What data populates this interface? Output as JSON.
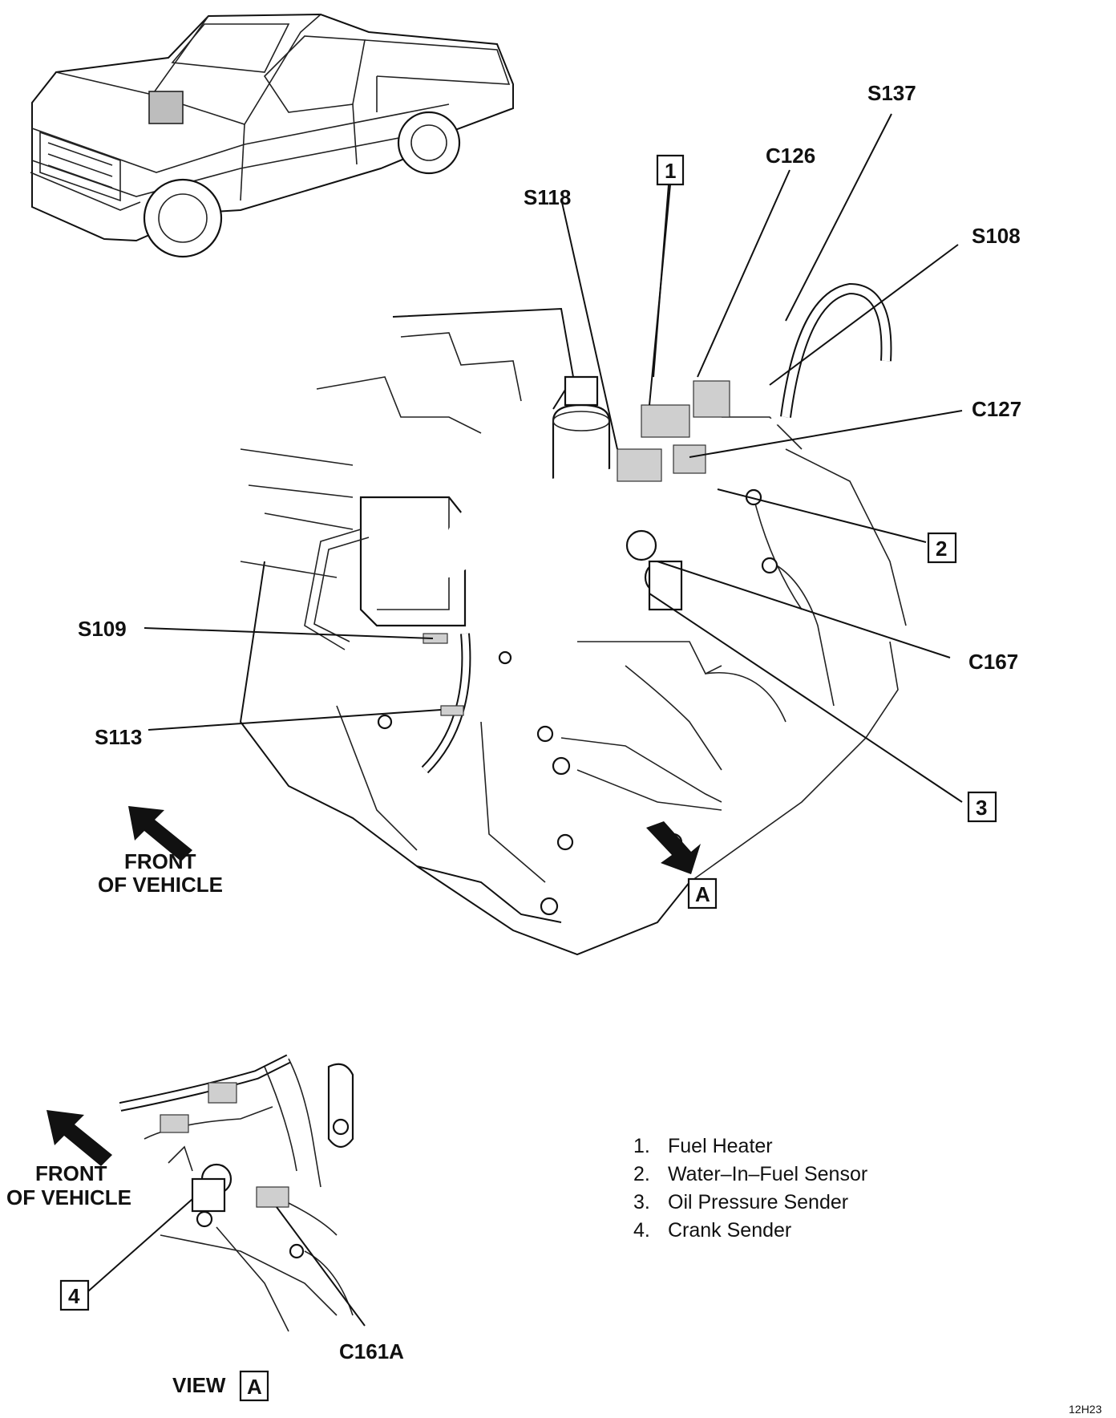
{
  "callouts": {
    "s137": "S137",
    "c126": "C126",
    "s118": "S118",
    "s108": "S108",
    "c127": "C127",
    "s109": "S109",
    "c167": "C167",
    "s113": "S113",
    "c161a": "C161A"
  },
  "boxes": {
    "box1": "1",
    "box2": "2",
    "box3": "3",
    "box4": "4",
    "boxA_main": "A",
    "boxA_view": "A"
  },
  "front_main": {
    "line1": "FRONT",
    "line2": "OF VEHICLE"
  },
  "front_view": {
    "line1": "FRONT",
    "line2": "OF VEHICLE"
  },
  "view_label": "VIEW",
  "legend": [
    {
      "num": "1.",
      "text": "Fuel Heater"
    },
    {
      "num": "2.",
      "text": "Water–In–Fuel Sensor"
    },
    {
      "num": "3.",
      "text": "Oil Pressure Sender"
    },
    {
      "num": "4.",
      "text": "Crank Sender"
    }
  ],
  "figure_code": "12H23"
}
